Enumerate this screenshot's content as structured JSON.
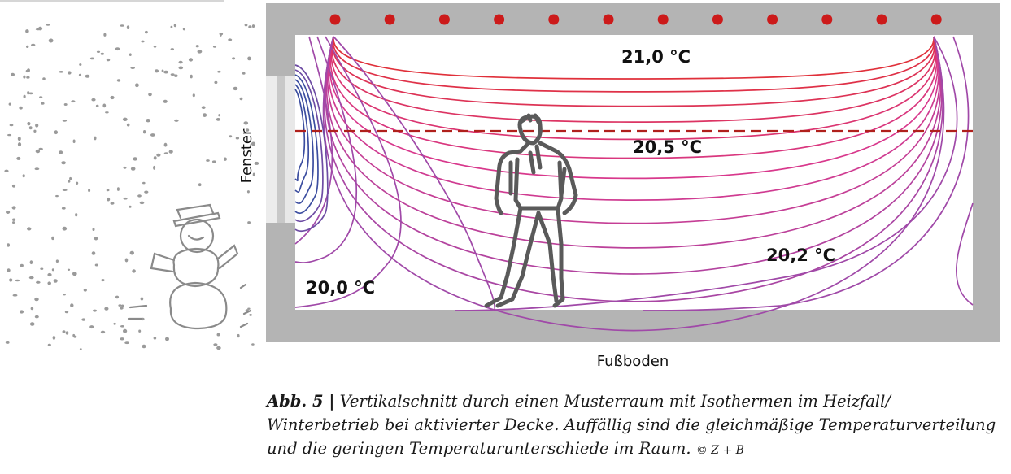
{
  "labels": {
    "t_ceiling": "21,0 °C",
    "t_middle": "20,5 °C",
    "t_right": "20,2 °C",
    "t_floor": "20,0 °C",
    "window": "Fenster",
    "floor": "Fußboden"
  },
  "caption": {
    "abb": "Abb. 5 |",
    "text": "Vertikalschnitt durch einen Musterraum mit Isothermen im Heizfall/ Winterbetrieb bei aktivierter Decke. Auffällig sind die gleichmäßige Temperaturverteilung und die geringen Temperaturunterschiede im Raum.",
    "copyright": "© Z + B"
  },
  "colors": {
    "wall": "#b4b4b4",
    "heat_dot": "#cc1a1a",
    "warm_isotherm": "#e0303a",
    "mid_isotherm": "#d8388c",
    "cool_isotherm": "#a049a8",
    "cold_isotherm": "#3c4ea0",
    "sketch": "#8a8a8a",
    "person": "#5a5a5a"
  }
}
